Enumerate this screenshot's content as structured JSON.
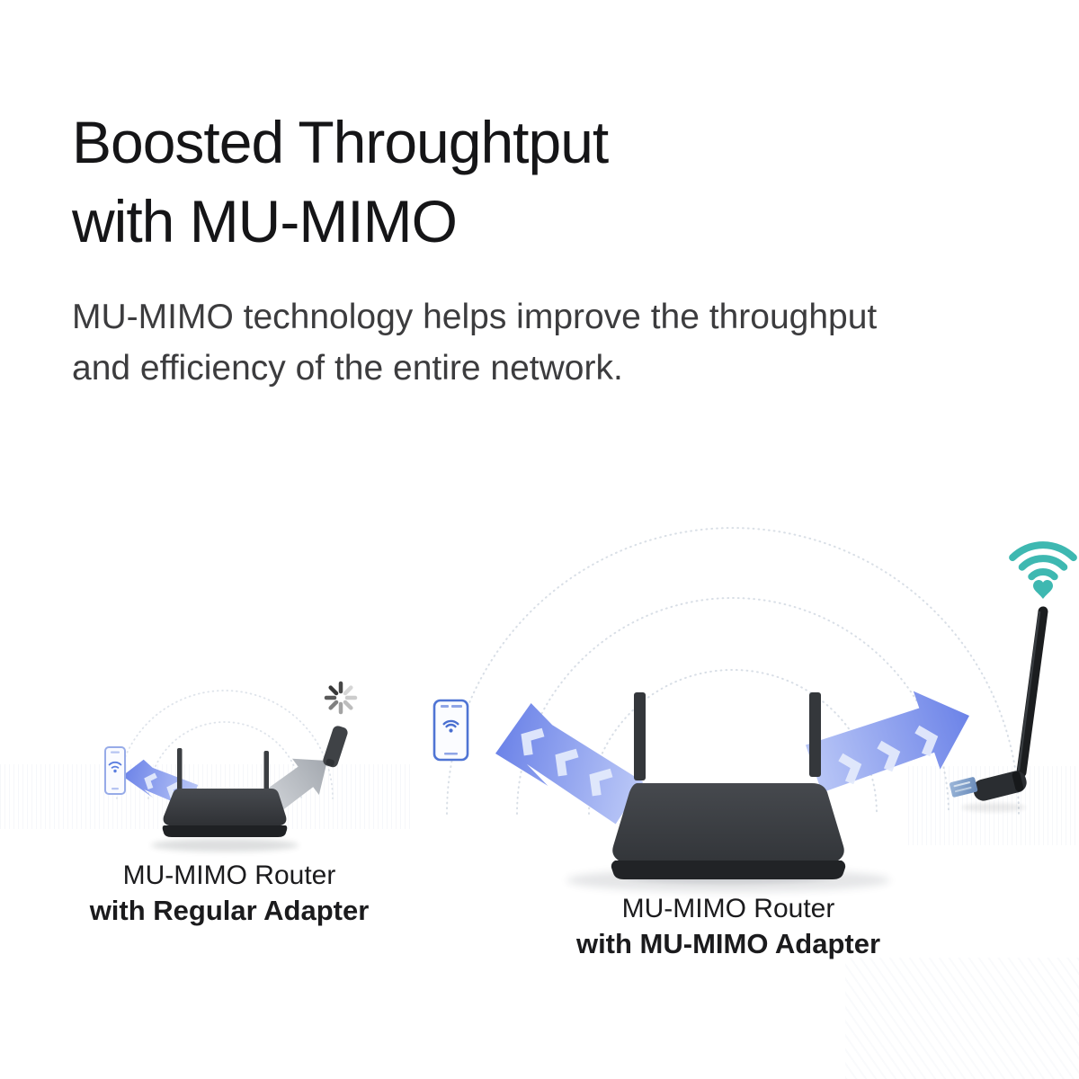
{
  "header": {
    "title_line1": "Boosted Throughtput",
    "title_line2": "with MU-MIMO",
    "description_line1": "MU-MIMO technology helps improve the throughput",
    "description_line2": "and efficiency of the entire network."
  },
  "scenes": {
    "left": {
      "caption_line1": "MU-MIMO Router",
      "caption_line2": "with Regular Adapter",
      "icons": {
        "phone": "smartphone-wifi-icon",
        "router": "router-icon",
        "strong_signal_arrow": "blue-signal-arrow-icon",
        "weak_signal_arrow": "gray-signal-arrow-icon",
        "adapter": "usb-adapter-icon",
        "spinner": "loading-spinner-icon",
        "arcs": "signal-arc-icon"
      }
    },
    "right": {
      "caption_line1": "MU-MIMO Router",
      "caption_line2": "with MU-MIMO Adapter",
      "icons": {
        "phone": "smartphone-wifi-icon",
        "router": "router-icon",
        "left_signal_arrow": "blue-signal-arrow-icon",
        "right_signal_arrow": "blue-signal-arrow-icon",
        "adapter": "usb-antenna-adapter-icon",
        "wifi": "wifi-signal-icon",
        "arcs": "signal-arc-icon"
      }
    }
  },
  "colors": {
    "text_primary": "#151517",
    "text_secondary": "#3c3c3e",
    "arrow_blue": "#6c83e8",
    "arrow_blue_light": "#bcc9f7",
    "chevron_light": "#e3eafc",
    "arrow_gray": "#a3a8af",
    "device_dark": "#35383c",
    "phone_outline_blue": "#4f74d4",
    "wifi_teal": "#3eb8b1"
  }
}
